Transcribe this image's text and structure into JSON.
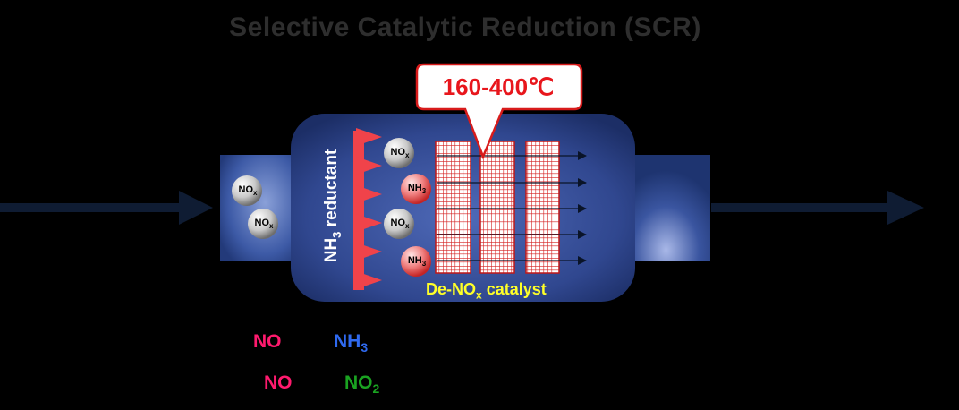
{
  "title": "Selective Catalytic Reduction (SCR)",
  "temperature": "160-400℃",
  "reductant": {
    "main": "NH",
    "sub": "3",
    "rest": " reductant"
  },
  "catalyst": {
    "main": "De-NO",
    "sub": "x",
    "rest": " catalyst"
  },
  "inlet_molecules": [
    {
      "main": "NO",
      "sub": "x"
    },
    {
      "main": "NO",
      "sub": "x"
    }
  ],
  "chamber_molecules": [
    {
      "main": "NO",
      "sub": "x"
    },
    {
      "main": "NH",
      "sub": "3"
    },
    {
      "main": "NO",
      "sub": "x"
    },
    {
      "main": "NH",
      "sub": "3"
    }
  ],
  "legend": [
    {
      "main": "NO",
      "sub": "",
      "color": "#ff1a6e"
    },
    {
      "main": "NH",
      "sub": "3",
      "color": "#2f6af0"
    },
    {
      "main": "NO",
      "sub": "",
      "color": "#ff1a6e"
    },
    {
      "main": "NO",
      "sub": "2",
      "color": "#1aa321"
    }
  ],
  "colors": {
    "background": "#000000",
    "title": "#2e2e2e",
    "temperature": "#e8161c",
    "catalyst_label": "#ffff28",
    "nh3_ball": "#e8413c",
    "nox_ball": "#9a9a9a",
    "reductant_arrows": "#f0434a",
    "flow_arrows": "#0f1c33"
  }
}
